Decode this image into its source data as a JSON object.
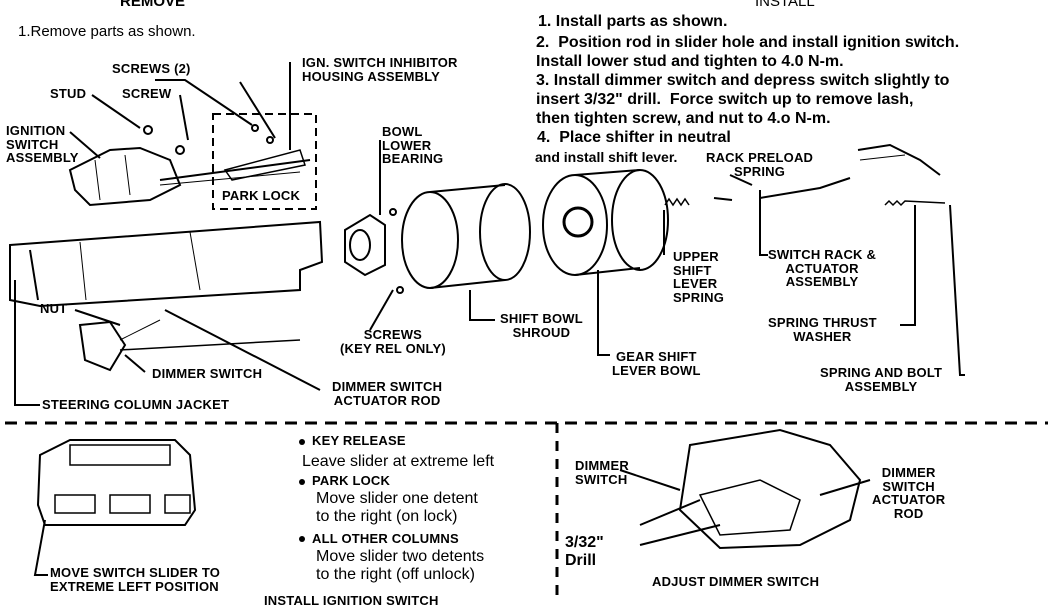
{
  "remove": {
    "heading": "REMOVE",
    "step1": "1.Remove parts as shown."
  },
  "install": {
    "heading": "INSTALL",
    "step1": "1. Install parts as shown.",
    "step2a": "2.  Position rod in slider hole and install ignition switch.",
    "step2b": "Install lower stud and tighten to 4.0 N-m.",
    "step3a": "3. Install dimmer switch and depress switch slightly to",
    "step3b": "insert 3/32\" drill.  Force switch up to remove lash,",
    "step3c": "then tighten screw, and nut to 4.o N-m.",
    "step4a": "4.  Place shifter in neutral",
    "step4b": "and install shift lever."
  },
  "labels": {
    "screws2": "SCREWS (2)",
    "ign_inhibitor": "IGN. SWITCH INHIBITOR\nHOUSING ASSEMBLY",
    "stud": "STUD",
    "screw": "SCREW",
    "ignition_switch": "IGNITION\nSWITCH\nASSEMBLY",
    "park_lock": "PARK LOCK",
    "bowl_lower_bearing": "BOWL\nLOWER\nBEARING",
    "rack_preload_spring": "RACK PRELOAD\nSPRING",
    "upper_shift_spring": "UPPER\nSHIFT\nLEVER\nSPRING",
    "switch_rack": "SWITCH RACK &\nACTUATOR\nASSEMBLY",
    "nut": "NUT",
    "shift_bowl_shroud": "SHIFT BOWL\nSHROUD",
    "screws_key_rel": "SCREWS\n(KEY REL ONLY)",
    "spring_thrust_washer": "SPRING THRUST\nWASHER",
    "gear_shift_bowl": "GEAR SHIFT\nLEVER BOWL",
    "dimmer_switch": "DIMMER SWITCH",
    "spring_bolt": "SPRING AND BOLT\nASSEMBLY",
    "dimmer_actuator_rod": "DIMMER SWITCH\nACTUATOR ROD",
    "steering_jacket": "STEERING COLUMN JACKET"
  },
  "ignition_panel": {
    "slider_note": "MOVE SWITCH SLIDER TO\nEXTREME LEFT POSITION",
    "key_release_head": "KEY RELEASE",
    "key_release_text": "Leave slider at extreme left",
    "park_lock_head": "PARK LOCK",
    "park_lock_text": "Move slider one detent\nto the right (on lock)",
    "other_head": "ALL OTHER COLUMNS",
    "other_text": "Move slider two detents\nto the right (off unlock)",
    "caption": "INSTALL IGNITION SWITCH"
  },
  "dimmer_panel": {
    "dimmer_switch": "DIMMER\nSWITCH",
    "actuator_rod": "DIMMER\nSWITCH\nACTUATOR\nROD",
    "drill": "3/32\"\nDrill",
    "caption": "ADJUST DIMMER SWITCH"
  }
}
